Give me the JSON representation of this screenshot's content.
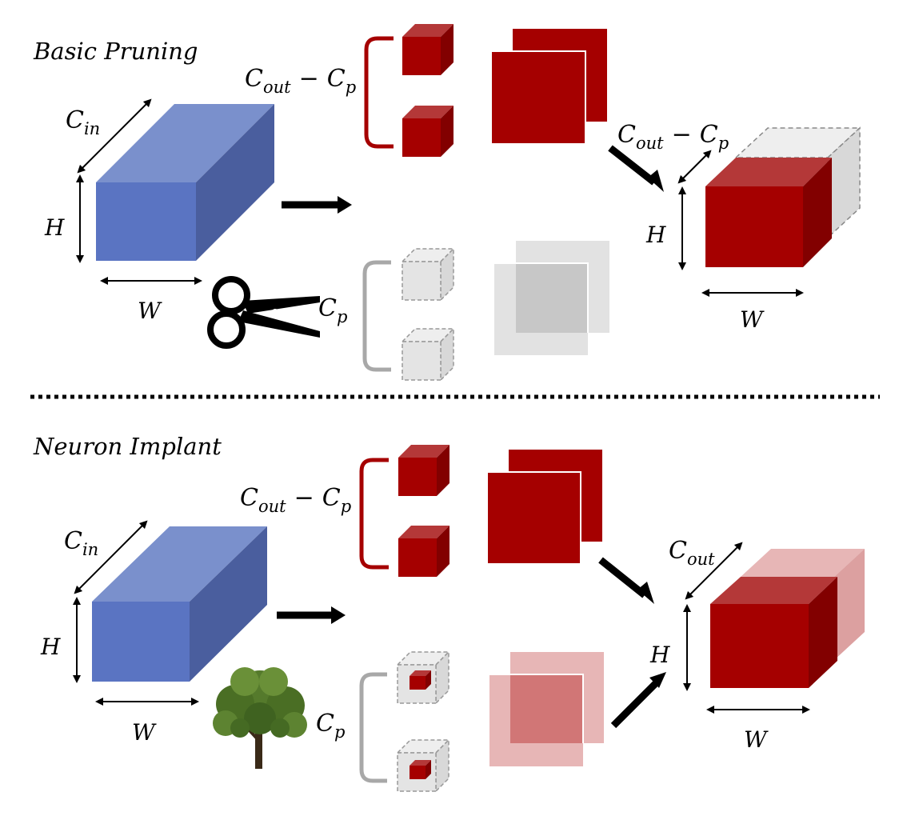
{
  "colors": {
    "blue_front": "#5a74c2",
    "blue_top": "#7a90cc",
    "blue_side": "#4a5e9e",
    "red_front": "#a50000",
    "red_top": "#b43838",
    "red_side": "#820000",
    "grey_face": "#e4e4e4",
    "grey_dark": "#c7c7c7",
    "pink_face": "#e7b6b6",
    "pink_mid": "#d17676",
    "divider": "#000000"
  },
  "top_panel": {
    "title": "Basic Pruning",
    "input": {
      "channels": "C",
      "channels_sub": "in",
      "height": "H",
      "width": "W"
    },
    "kept_group": {
      "c1": "C",
      "s1": "out",
      "minus": "−",
      "c2": "C",
      "s2": "p"
    },
    "pruned_group": {
      "c": "C",
      "s": "p"
    },
    "output": {
      "c1": "C",
      "s1": "out",
      "minus": "−",
      "c2": "C",
      "s2": "p",
      "height": "H",
      "width": "W"
    },
    "tool_icon": "scissors-icon"
  },
  "bottom_panel": {
    "title": "Neuron Implant",
    "input": {
      "channels": "C",
      "channels_sub": "in",
      "height": "H",
      "width": "W"
    },
    "kept_group": {
      "c1": "C",
      "s1": "out",
      "minus": "−",
      "c2": "C",
      "s2": "p"
    },
    "implant_group": {
      "c": "C",
      "s": "p"
    },
    "output": {
      "channels": "C",
      "channels_sub": "out",
      "height": "H",
      "width": "W"
    },
    "tool_icon": "tree-icon"
  }
}
